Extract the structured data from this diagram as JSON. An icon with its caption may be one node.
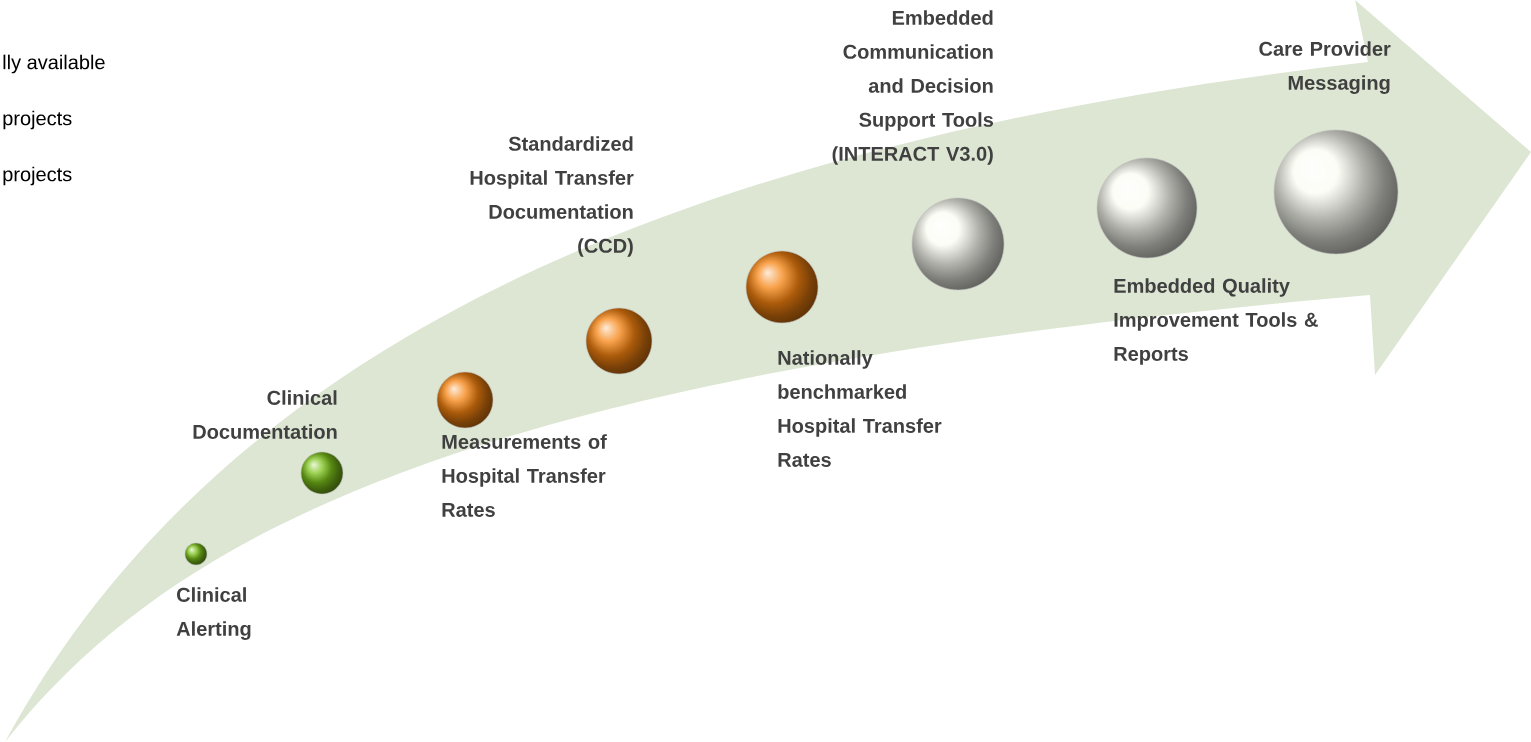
{
  "diagram": {
    "nodes": [
      {
        "text": [],
        "shape": "circle",
        "beside": [
          "Clinical Alerting"
        ]
      },
      {
        "text": [],
        "shape": "circle",
        "beside": [
          "Clinical Documentation"
        ]
      },
      {
        "text": [],
        "shape": "circle",
        "beside": [
          "Measurements of Hospital Transfer Rates"
        ]
      },
      {
        "text": [],
        "shape": "circle",
        "beside": [
          "Standardized Hospital Transfer Documentation (CCD)"
        ]
      },
      {
        "text": [],
        "shape": "circle",
        "beside": [
          "Nationally benchmarked Hospital Transfer Rates"
        ]
      },
      {
        "text": [],
        "shape": "circle",
        "beside": [
          "Embedded Communication and Decision Support Tools (INTERACT V3.0)"
        ]
      },
      {
        "text": [],
        "shape": "circle",
        "beside": [
          "Embedded Quality Improvement Tools & Reports"
        ]
      },
      {
        "text": [],
        "shape": "circle",
        "beside": [
          "Care Provider Messaging"
        ]
      }
    ],
    "labels": [
      "lly available",
      "projects",
      "projects"
    ]
  }
}
